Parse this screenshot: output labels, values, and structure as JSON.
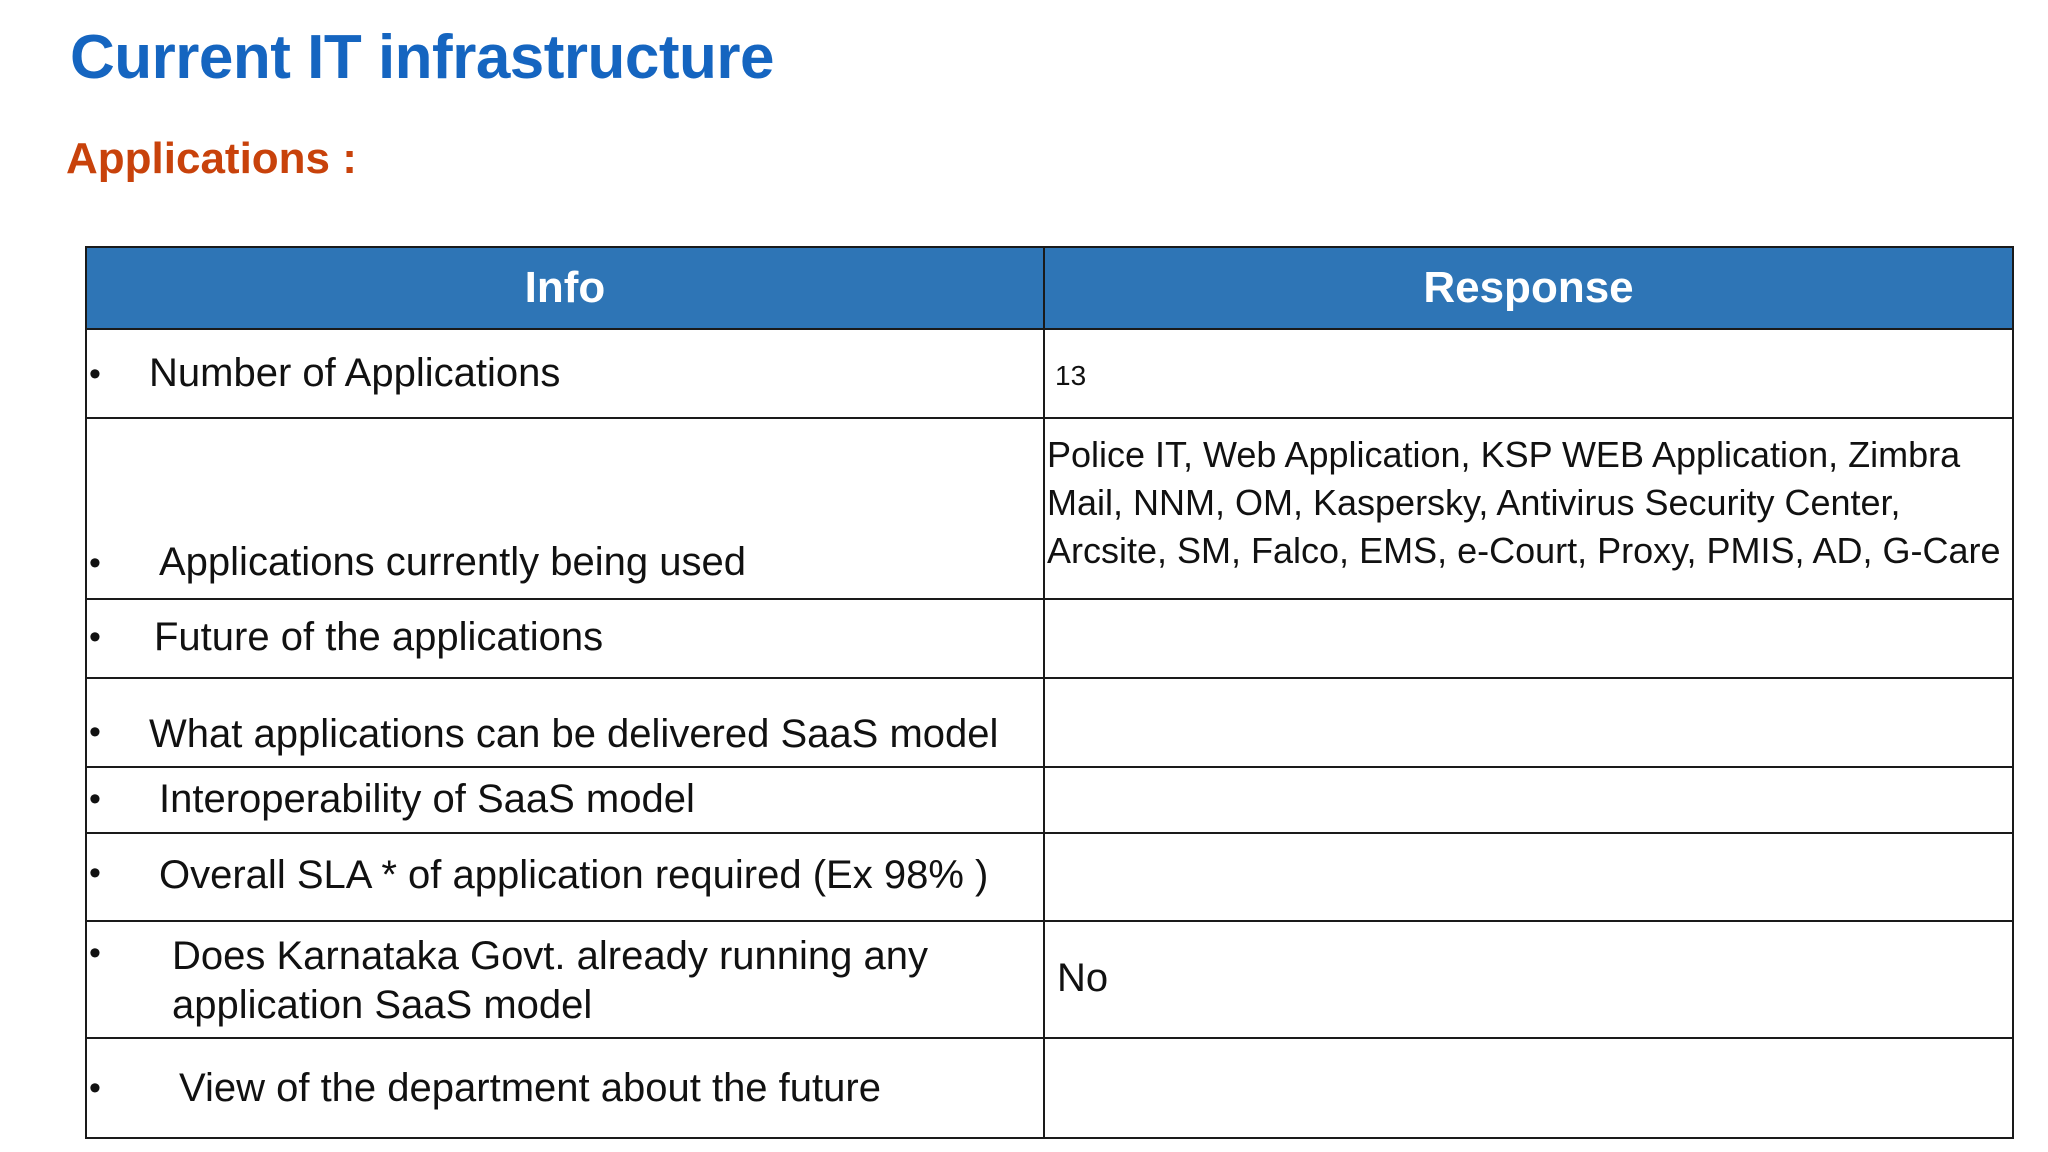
{
  "slide": {
    "title": "Current IT infrastructure",
    "section": "Applications :",
    "colors": {
      "title": "#1565c0",
      "section": "#c8420b",
      "table_header_bg": "#2e75b6"
    }
  },
  "table": {
    "headers": {
      "info": "Info",
      "response": "Response"
    },
    "bullet": "•",
    "rows": [
      {
        "info": "Number of Applications",
        "response": "13"
      },
      {
        "info": "Applications currently being used",
        "response": "Police IT, Web Application, KSP WEB Application, Zimbra Mail, NNM,  OM, Kaspersky, Antivirus Security Center, Arcsite,  SM, Falco, EMS, e-Court, Proxy, PMIS, AD, G-Care"
      },
      {
        "info": "Future of the applications",
        "response": ""
      },
      {
        "info": "What applications can be delivered SaaS model",
        "response": ""
      },
      {
        "info": "Interoperability of SaaS model",
        "response": ""
      },
      {
        "info": "Overall SLA * of application required (Ex 98% )",
        "response": ""
      },
      {
        "info": "Does Karnataka Govt. already running any application SaaS model",
        "response": "No"
      },
      {
        "info": "View of the department about the future",
        "response": ""
      }
    ]
  }
}
